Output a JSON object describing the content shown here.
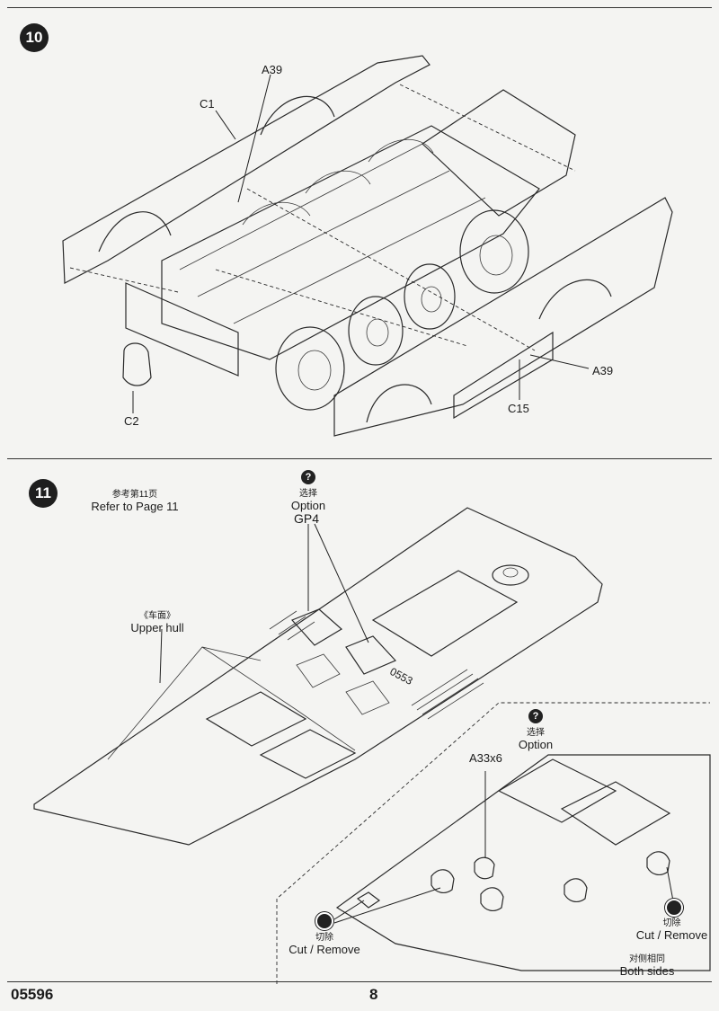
{
  "page": {
    "code": "05596",
    "number": "8"
  },
  "step10": {
    "number": "10",
    "parts": {
      "c1": "C1",
      "a39_top": "A39",
      "a39_right": "A39",
      "c15": "C15",
      "c2": "C2"
    }
  },
  "step11": {
    "number": "11",
    "refer_zh": "参考第11页",
    "refer_en": "Refer to Page 11",
    "option_icon": "?",
    "option_zh": "选择",
    "option_en": "Option",
    "gp4": "GP4",
    "upper_hull_zh": "《车面》",
    "upper_hull_en": "Upper hull",
    "hull_marking": "0553",
    "inset": {
      "option_icon": "?",
      "option_zh": "选择",
      "option_en": "Option",
      "part": "A33x6",
      "cut_zh": "切除",
      "cut_en": "Cut / Remove",
      "cut_right_zh": "切除",
      "cut_right_en": "Cut / Remove",
      "both_zh": "对侧相同",
      "both_en": "Both sides"
    }
  }
}
